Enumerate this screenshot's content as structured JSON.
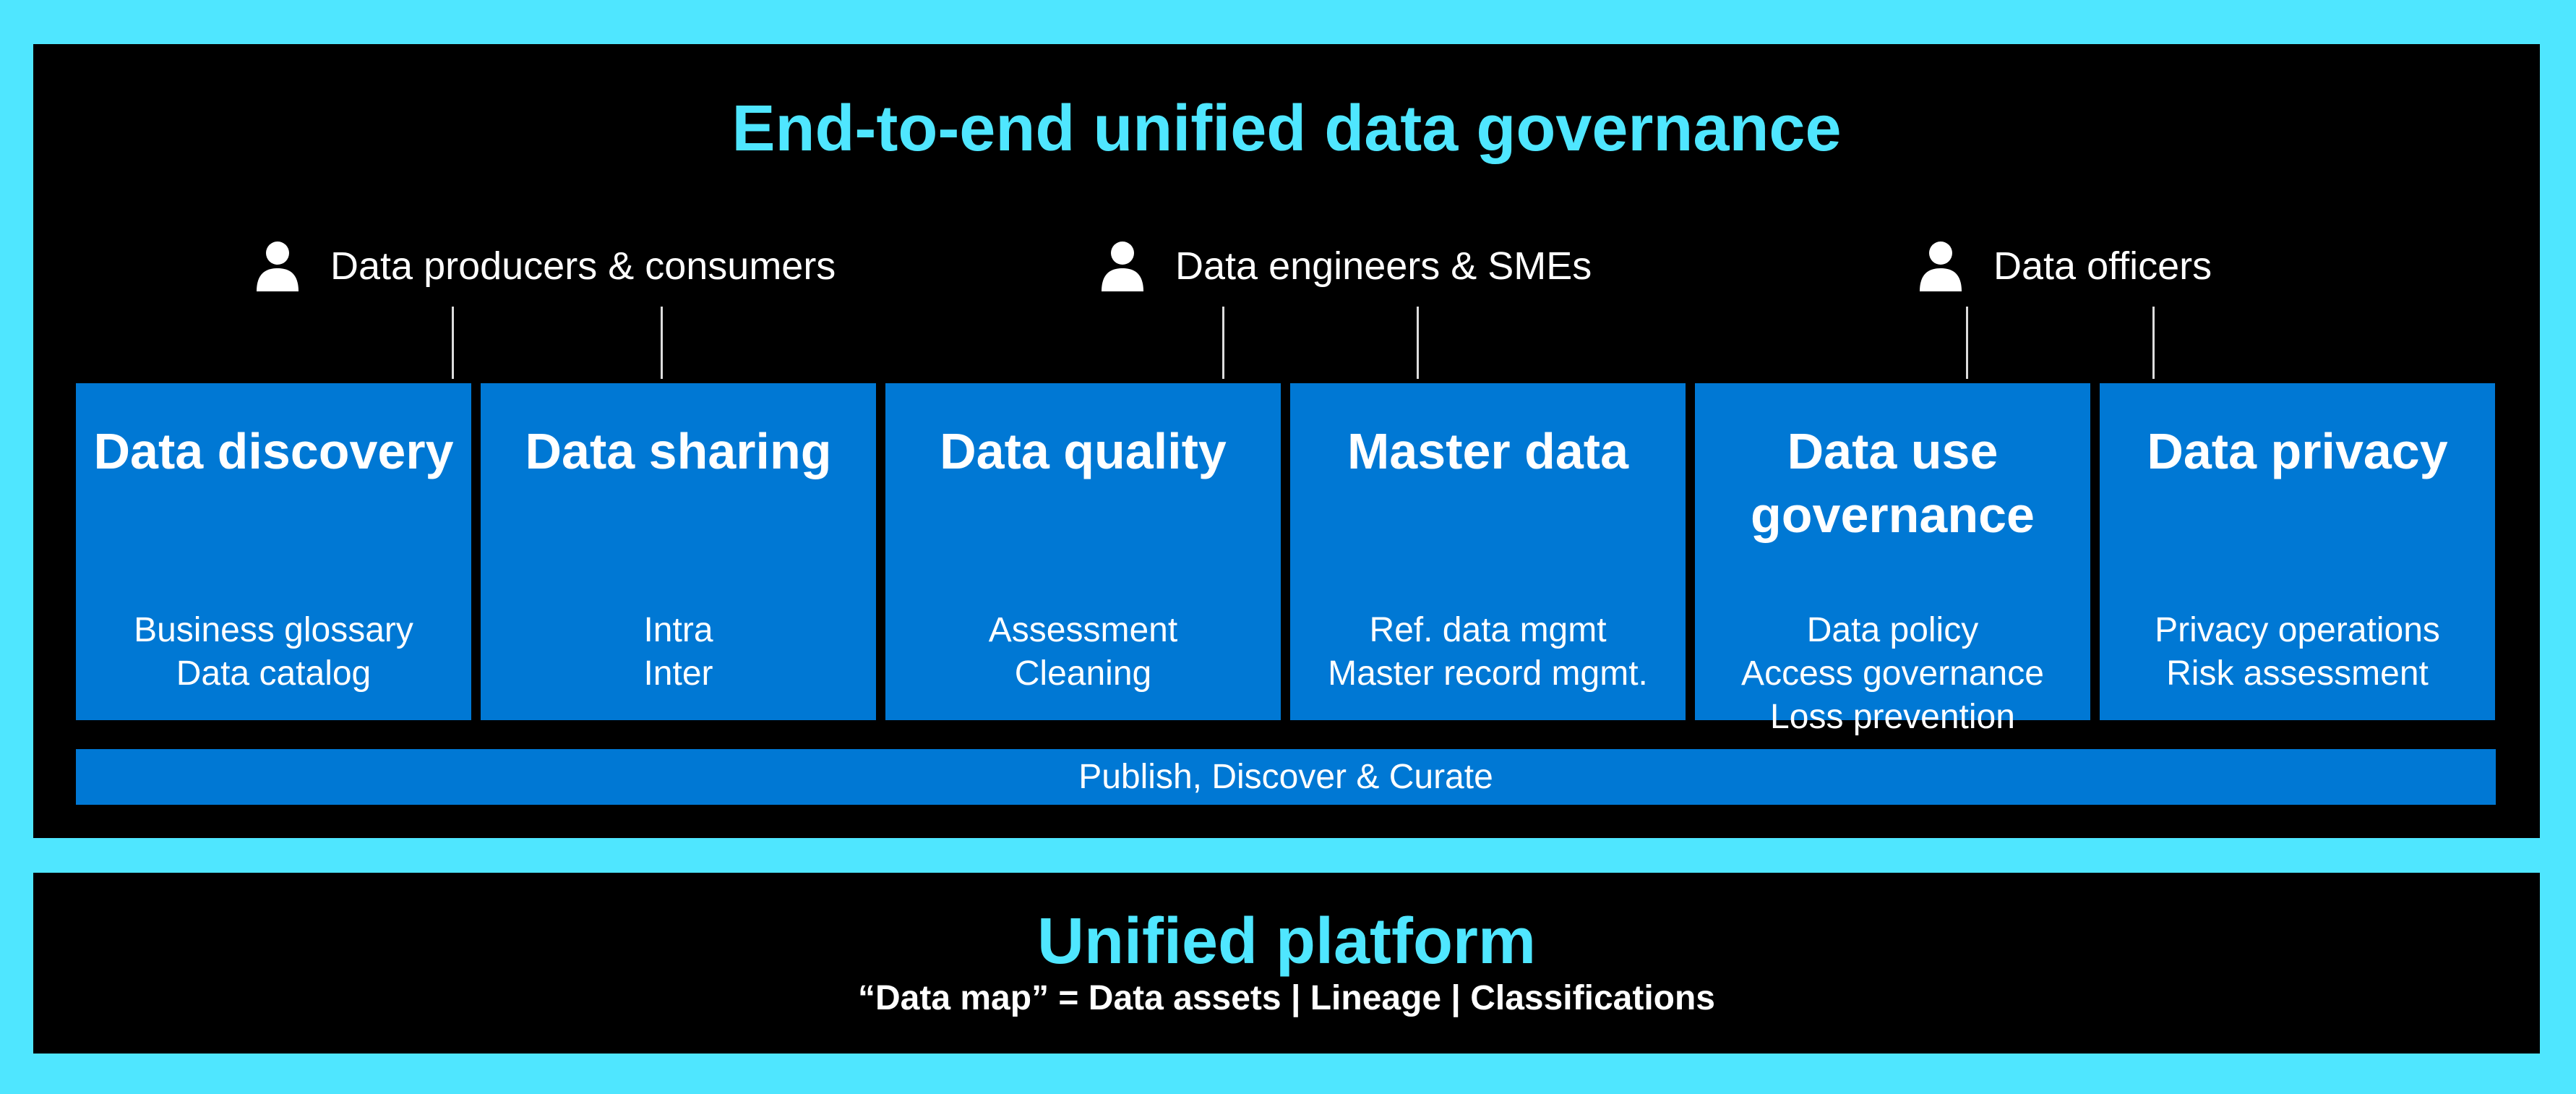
{
  "governance": {
    "title": "End-to-end unified data governance",
    "personas": [
      {
        "label": "Data producers & consumers",
        "icon": "person-icon"
      },
      {
        "label": "Data engineers & SMEs",
        "icon": "person-icon"
      },
      {
        "label": "Data officers",
        "icon": "person-icon"
      }
    ],
    "cards": [
      {
        "title": "Data discovery",
        "items": [
          "Business glossary",
          "Data catalog"
        ]
      },
      {
        "title": "Data sharing",
        "items": [
          "Intra",
          "Inter"
        ]
      },
      {
        "title": "Data quality",
        "items": [
          "Assessment",
          "Cleaning"
        ]
      },
      {
        "title": "Master data",
        "items": [
          "Ref. data mgmt",
          "Master record mgmt."
        ]
      },
      {
        "title": "Data use governance",
        "items": [
          "Data policy",
          "Access governance",
          "Loss prevention"
        ]
      },
      {
        "title": "Data privacy",
        "items": [
          "Privacy operations",
          "Risk assessment"
        ]
      }
    ],
    "bar_label": "Publish, Discover & Curate"
  },
  "platform": {
    "title": "Unified platform",
    "subtitle": "“Data map” = Data assets | Lineage | Classifications"
  },
  "colors": {
    "background": "#4fe6ff",
    "panel": "#000000",
    "accent_title": "#4fe6ff",
    "card": "#0078d4",
    "text": "#ffffff"
  }
}
